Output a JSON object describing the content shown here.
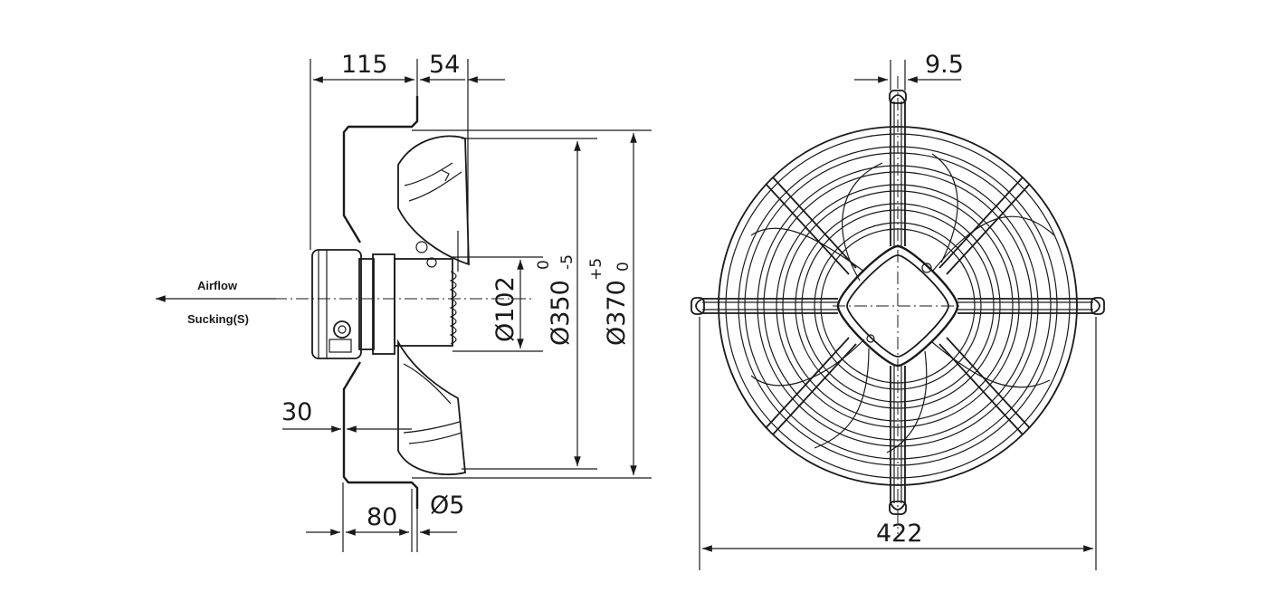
{
  "side_view": {
    "airflow_label": "Airflow",
    "sucking_label": "Sucking(S)",
    "dim_115": "115",
    "dim_54": "54",
    "dim_30": "30",
    "dim_80": "80",
    "dim_hole": "Ø5",
    "dim_d102": "Ø102",
    "dim_d350": "Ø350",
    "dim_d350_upper": "0",
    "dim_d350_lower": "-5",
    "dim_d370": "Ø370",
    "dim_d370_upper": "+5",
    "dim_d370_lower": "0"
  },
  "front_view": {
    "dim_9_5": "9.5",
    "dim_422": "422"
  }
}
